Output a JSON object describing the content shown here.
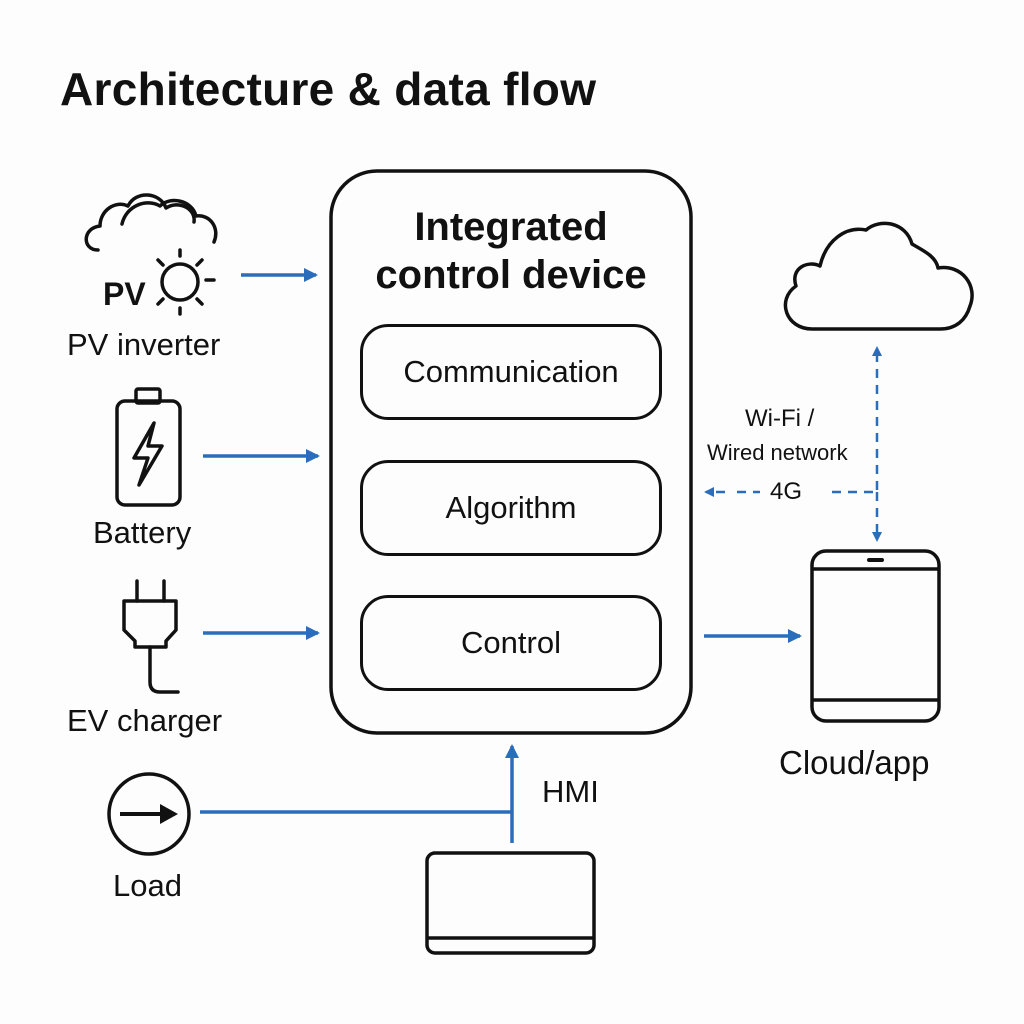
{
  "title": "Architecture & data flow",
  "device": {
    "title_line1": "Integrated",
    "title_line2": "control device",
    "modules": [
      "Communication",
      "Algorithm",
      "Control"
    ]
  },
  "sources": {
    "pv": {
      "badge": "PV",
      "label": "PV inverter",
      "icon": "cloud-sun-icon"
    },
    "battery": {
      "label": "Battery",
      "icon": "battery-bolt-icon"
    },
    "ev": {
      "label": "EV charger",
      "icon": "plug-icon"
    },
    "load": {
      "label": "Load",
      "icon": "circle-arrow-icon"
    }
  },
  "hmi": {
    "label": "HMI",
    "icon": "terminal-device-icon"
  },
  "cloud": {
    "label": "Cloud/app",
    "icon": "cloud-icon",
    "device_icon": "tablet-icon"
  },
  "network": {
    "line1": "Wi-Fi /",
    "line2": "Wired network",
    "line3": "4G"
  },
  "colors": {
    "arrow": "#2a6ebb",
    "stroke": "#111111",
    "background": "#fdfdfd"
  }
}
